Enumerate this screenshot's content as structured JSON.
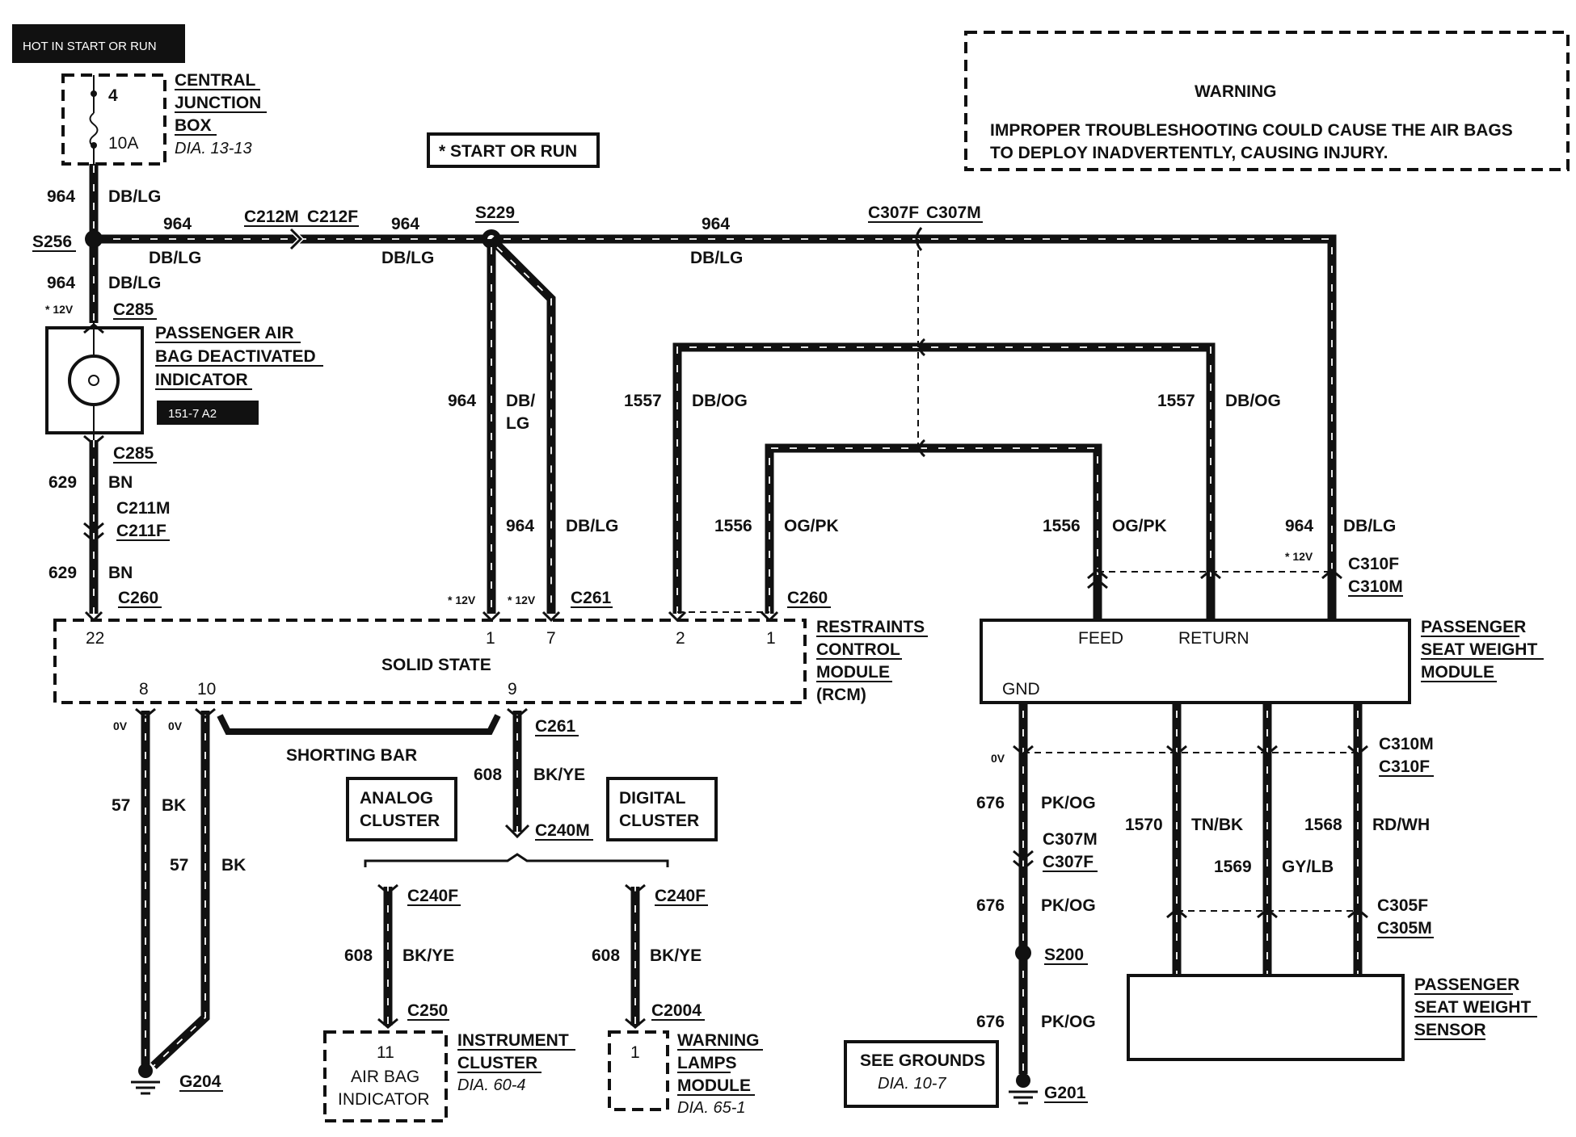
{
  "header": {
    "hot_label": "HOT IN START OR RUN",
    "start_or_run": "* START OR RUN"
  },
  "warning": {
    "title": "WARNING",
    "line1": "IMPROPER TROUBLESHOOTING COULD CAUSE THE AIR BAGS",
    "line2": "TO  DEPLOY INADVERTENTLY, CAUSING INJURY."
  },
  "junction_box": {
    "line1": "CENTRAL",
    "line2": "JUNCTION",
    "line3": "BOX",
    "ref": "DIA. 13-13",
    "fuse_number": "4",
    "fuse_rating": "10A"
  },
  "indicator": {
    "line1": "PASSENGER AIR",
    "line2": "BAG DEACTIVATED",
    "line3": "INDICATOR",
    "part_ref": "151-7 A2"
  },
  "rcm": {
    "line1": "RESTRAINTS",
    "line2": "CONTROL",
    "line3": "MODULE",
    "line4": "(RCM)",
    "center": "SOLID STATE",
    "pins": {
      "p22": "22",
      "p1": "1",
      "p7": "7",
      "p2": "2",
      "p1b": "1",
      "p8": "8",
      "p10": "10",
      "p9": "9"
    }
  },
  "pswm": {
    "line1": "PASSENGER",
    "line2": "SEAT WEIGHT",
    "line3": "MODULE",
    "feed": "FEED",
    "return": "RETURN",
    "gnd": "GND"
  },
  "pss": {
    "line1": "PASSENGER",
    "line2": "SEAT WEIGHT",
    "line3": "SENSOR"
  },
  "clusters": {
    "analog1": "ANALOG",
    "analog2": "CLUSTER",
    "digital1": "DIGITAL",
    "digital2": "CLUSTER"
  },
  "instrument": {
    "pin": "11",
    "line1": "AIR BAG",
    "line2": "INDICATOR",
    "title1": "INSTRUMENT",
    "title2": "CLUSTER",
    "ref": "DIA. 60-4"
  },
  "warning_lamps": {
    "pin": "1",
    "line1": "WARNING",
    "line2": "LAMPS",
    "line3": "MODULE",
    "ref": "DIA. 65-1"
  },
  "grounds": {
    "see1": "SEE GROUNDS",
    "see2": "DIA. 10-7",
    "g204": "G204",
    "g201": "G201"
  },
  "shorting_bar": "SHORTING BAR",
  "splices": {
    "s256": "S256",
    "s229": "S229",
    "s200": "S200"
  },
  "connectors": {
    "c212m": "C212M",
    "c212f": "C212F",
    "c307f": "C307F",
    "c307m": "C307M",
    "c285a": "C285",
    "c285b": "C285",
    "c211m": "C211M",
    "c211f": "C211F",
    "c260a": "C260",
    "c260b": "C260",
    "c261a": "C261",
    "c261b": "C261",
    "c310f_top": "C310F",
    "c310m_top": "C310M",
    "c310m_bot": "C310M",
    "c310f_bot": "C310F",
    "c307m_bot": "C307M",
    "c307f_bot": "C307F",
    "c305f": "C305F",
    "c305m": "C305M",
    "c240m": "C240M",
    "c240f_a": "C240F",
    "c240f_b": "C240F",
    "c250": "C250",
    "c2004": "C2004"
  },
  "voltages": {
    "v12a": "* 12V",
    "v12b": "* 12V",
    "v12c": "* 12V",
    "v12d": "* 12V",
    "v0a": "0V",
    "v0b": "0V",
    "v0c": "0V"
  },
  "wires": {
    "w964a": "964",
    "c964a": "DB/LG",
    "w964b": "964",
    "c964b": "DB/LG",
    "w964c": "964",
    "c964c": "DB/LG",
    "w964d": "964",
    "c964d": "DB/LG",
    "w964e": "964",
    "c964e": "DB/LG",
    "w964f": "964",
    "c964f1": "DB/",
    "c964f2": "LG",
    "w964g": "964",
    "c964g": "DB/LG",
    "w964h": "964",
    "c964h": "DB/LG",
    "w629a": "629",
    "c629a": "BN",
    "w629b": "629",
    "c629b": "BN",
    "w1557a": "1557",
    "c1557a": "DB/OG",
    "w1557b": "1557",
    "c1557b": "DB/OG",
    "w1556a": "1556",
    "c1556a": "OG/PK",
    "w1556b": "1556",
    "c1556b": "OG/PK",
    "w57a": "57",
    "c57a": "BK",
    "w57b": "57",
    "c57b": "BK",
    "w608a": "608",
    "c608a": "BK/YE",
    "w608b": "608",
    "c608b": "BK/YE",
    "w608c": "608",
    "c608c": "BK/YE",
    "w676a": "676",
    "c676a": "PK/OG",
    "w676b": "676",
    "c676b": "PK/OG",
    "w676c": "676",
    "c676c": "PK/OG",
    "w1570": "1570",
    "c1570": "TN/BK",
    "w1569": "1569",
    "c1569": "GY/LB",
    "w1568": "1568",
    "c1568": "RD/WH"
  }
}
